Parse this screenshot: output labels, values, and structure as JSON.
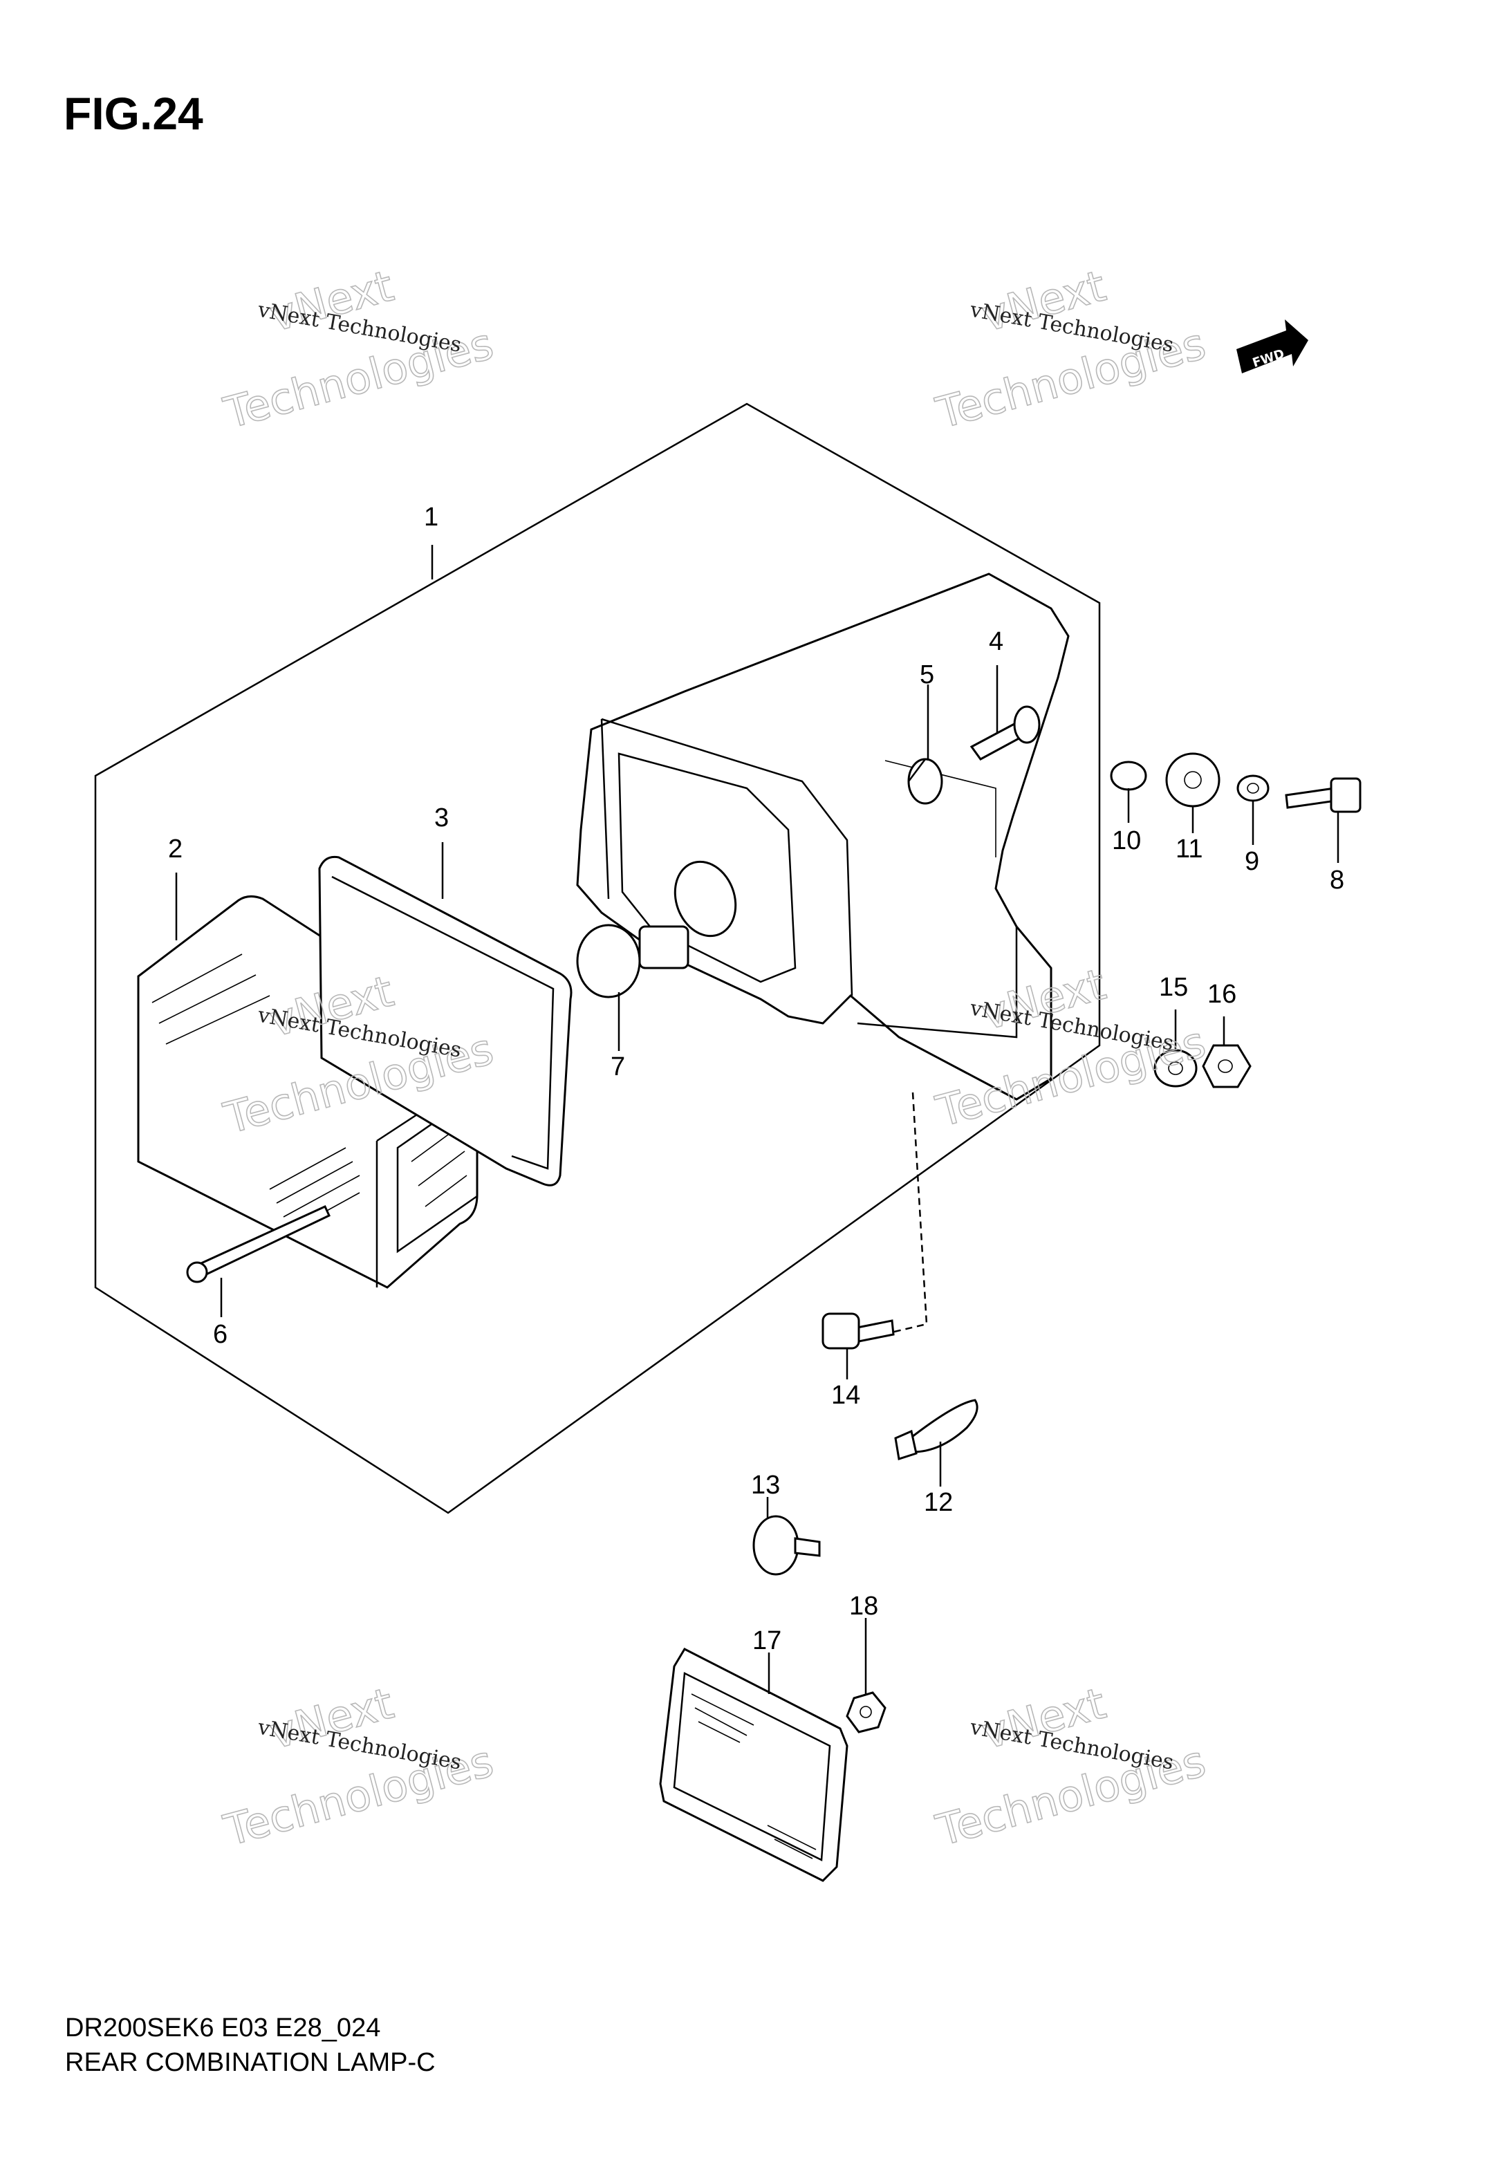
{
  "figure": {
    "title": "FIG.24",
    "model_code": "DR200SEK6 E03 E28_024",
    "name": "REAR COMBINATION LAMP-C"
  },
  "fwd_badge": "FWD",
  "watermark": {
    "line1": "vNext",
    "line2": "Technologies",
    "small": "vNext Technologies"
  },
  "callouts": [
    "1",
    "2",
    "3",
    "4",
    "5",
    "6",
    "7",
    "8",
    "9",
    "10",
    "11",
    "12",
    "13",
    "14",
    "15",
    "16",
    "17",
    "18"
  ]
}
